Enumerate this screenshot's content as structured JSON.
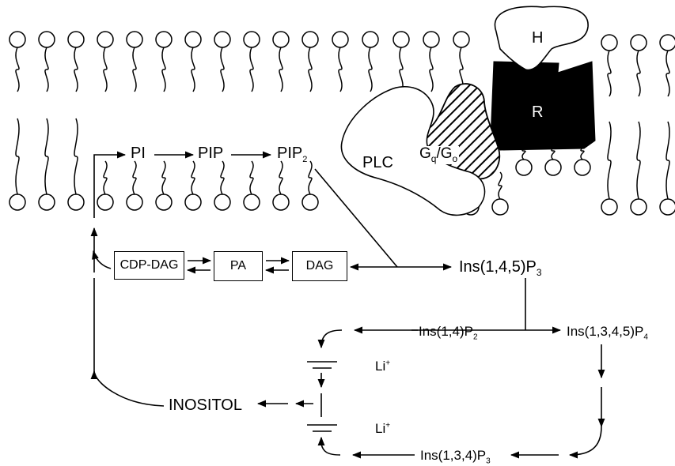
{
  "labels": {
    "hormone": "H",
    "receptor": "R",
    "plc": "PLC",
    "g_protein": {
      "left": "G",
      "left_sub": "q",
      "slash": "/",
      "right": "G",
      "right_sub": "o"
    },
    "pi": "PI",
    "pip": "PIP",
    "pip2": {
      "base": "PIP",
      "sub": "2"
    },
    "cdp_dag": "CDP-DAG",
    "pa": "PA",
    "dag": "DAG",
    "ins145p3": {
      "base": "Ins(1,4,5)P",
      "sub": "3"
    },
    "ins14p2": {
      "base": "Ins(1,4)P",
      "sub": "2"
    },
    "ins1345p4": {
      "base": "Ins(1,3,4,5)P",
      "sub": "4"
    },
    "ins134p3": {
      "base": "Ins(1,3,4)P",
      "sub": "3"
    },
    "li_top": {
      "base": "Li",
      "sup": "+"
    },
    "li_bottom": {
      "base": "Li",
      "sup": "+"
    },
    "inositol": "INOSITOL"
  },
  "colors": {
    "ink": "#000000",
    "paper": "#ffffff"
  }
}
